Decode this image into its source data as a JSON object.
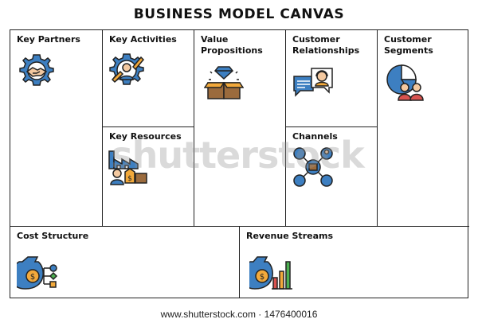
{
  "title": "BUSINESS MODEL CANVAS",
  "blocks": {
    "key_partners": "Key Partners",
    "key_activities": "Key Activities",
    "key_resources": "Key Resources",
    "value_propositions": "Value\nPropositions",
    "customer_relationships": "Customer\nRelationships",
    "channels": "Channels",
    "customer_segments": "Customer\nSegments",
    "cost_structure": "Cost Structure",
    "revenue_streams": "Revenue Streams"
  },
  "icons": {
    "key_partners": "handshake-gear-icon",
    "key_activities": "worker-wrench-gear-icon",
    "key_resources": "factory-worker-money-icon",
    "value_propositions": "box-diamond-icon",
    "customer_relationships": "support-agent-chat-icon",
    "channels": "network-channels-icon",
    "customer_segments": "pie-chart-people-icon",
    "cost_structure": "money-bag-flow-icon",
    "revenue_streams": "money-bag-bar-chart-icon"
  },
  "colors": {
    "outline": "#222222",
    "blue": "#3d7fc1",
    "orange": "#f2a93b",
    "brown": "#9b6b3d",
    "skin": "#f4c9a0",
    "red": "#d9534f",
    "green": "#4caf50"
  },
  "watermark": "shutterstock",
  "footer": "www.shutterstock.com · 1476400016"
}
